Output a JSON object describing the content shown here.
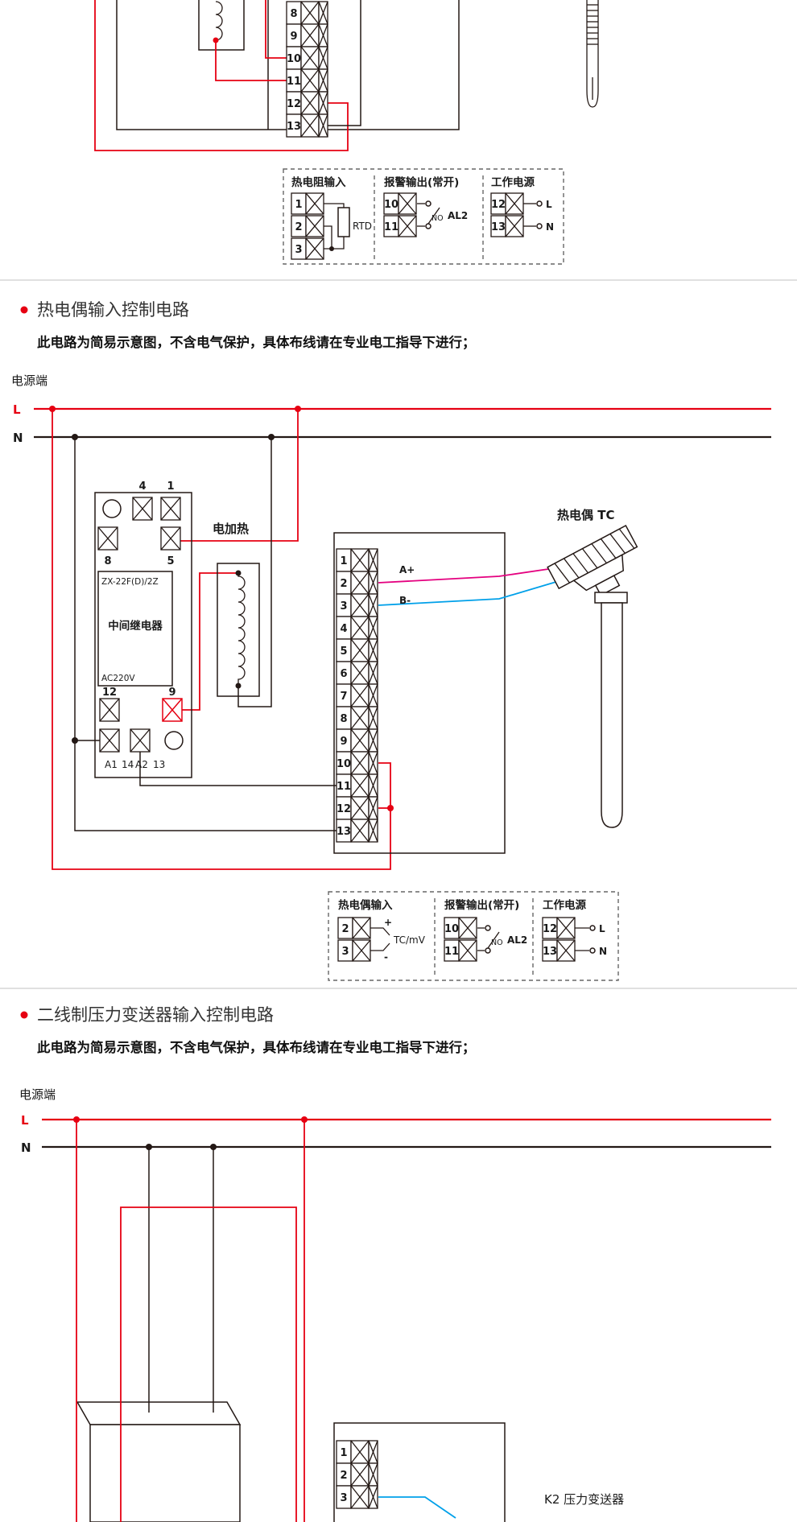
{
  "colors": {
    "wire_red": "#e60012",
    "wire_magenta": "#e4007f",
    "wire_blue": "#00a0e9",
    "wire_black": "#231815",
    "divider_gray": "#e0e0e0"
  },
  "top_partial": {
    "terminals": [
      "8",
      "9",
      "10",
      "11",
      "12",
      "13"
    ],
    "legend": {
      "groups": [
        {
          "title": "热电阻输入",
          "terminals": [
            "1",
            "2",
            "3"
          ],
          "note": "RTD"
        },
        {
          "title": "报警输出(常开)",
          "terminals": [
            "10",
            "11"
          ],
          "contact": "NO",
          "output": "AL2"
        },
        {
          "title": "工作电源",
          "terminals": [
            "12",
            "13"
          ],
          "lines": [
            "L",
            "N"
          ]
        }
      ]
    }
  },
  "tc_section": {
    "title": "热电偶输入控制电路",
    "subtitle": "此电路为简易示意图，不含电气保护，具体布线请在专业电工指导下进行；",
    "power_label": "电源端",
    "line_l": "L",
    "line_n": "N",
    "relay": {
      "model": "ZX-22F(D)/2Z",
      "name": "中间继电器",
      "voltage": "AC220V",
      "top_terminals": [
        "4",
        "1"
      ],
      "mid_terminals": [
        "8",
        "5"
      ],
      "low_terminals": [
        "12",
        "9"
      ],
      "coil_terminals": [
        "A1",
        "14",
        "A2",
        "13"
      ]
    },
    "heater_label": "电加热",
    "terminals": [
      "1",
      "2",
      "3",
      "4",
      "5",
      "6",
      "7",
      "8",
      "9",
      "10",
      "11",
      "12",
      "13"
    ],
    "wire_a": "A+",
    "wire_b": "B-",
    "sensor_label": "热电偶 TC",
    "legend": {
      "groups": [
        {
          "title": "热电偶输入",
          "terminals": [
            "2",
            "3"
          ],
          "plus": "+",
          "minus": "-",
          "note": "TC/mV"
        },
        {
          "title": "报警输出(常开)",
          "terminals": [
            "10",
            "11"
          ],
          "contact": "NO",
          "output": "AL2"
        },
        {
          "title": "工作电源",
          "terminals": [
            "12",
            "13"
          ],
          "lines": [
            "L",
            "N"
          ]
        }
      ]
    }
  },
  "pt_section": {
    "title": "二线制压力变送器输入控制电路",
    "subtitle": "此电路为简易示意图，不含电气保护，具体布线请在专业电工指导下进行；",
    "power_label": "电源端",
    "line_l": "L",
    "line_n": "N",
    "terminals": [
      "1",
      "2",
      "3"
    ],
    "sensor_label": "K2 压力变送器"
  }
}
